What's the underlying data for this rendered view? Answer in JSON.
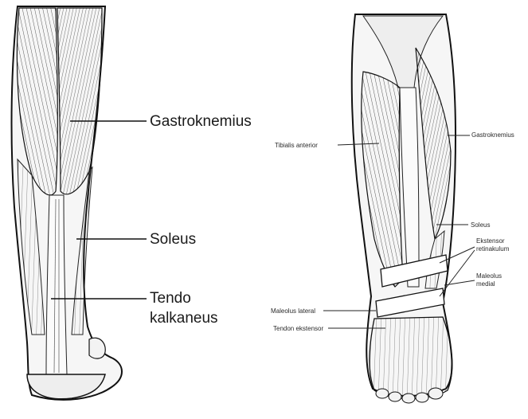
{
  "posterior_view": {
    "labels": {
      "gastroknemius": "Gastroknemius",
      "soleus": "Soleus",
      "tendo_line1": "Tendo",
      "tendo_line2": "kalkaneus"
    }
  },
  "anterior_view": {
    "labels": {
      "tibialis_anterior": "Tibialis anterior",
      "gastroknemius": "Gastroknemius",
      "soleus": "Soleus",
      "extensor_line1": "Ekstensor",
      "extensor_line2": "retinakulum",
      "maleolus_medial_line1": "Maleolus",
      "maleolus_medial_line2": "medial",
      "maleolus_lateral": "Maleolus lateral",
      "tendon_ekstensor": "Tendon ekstensor"
    }
  },
  "colors": {
    "ink": "#1a1a1a",
    "paper": "#ffffff",
    "shade": "#dcdcdc"
  }
}
